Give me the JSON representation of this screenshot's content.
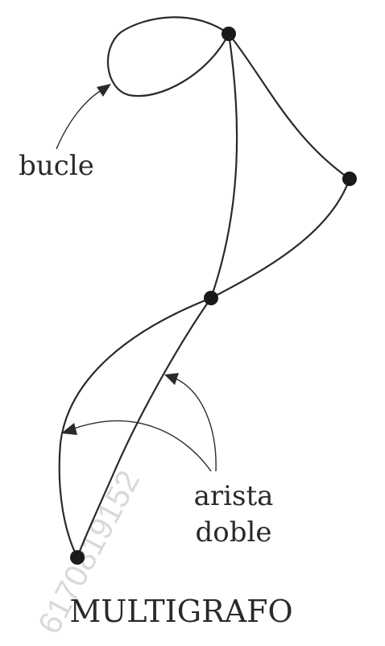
{
  "figure": {
    "labels": {
      "loop": "bucle",
      "double_edge_line1": "arista",
      "double_edge_line2": "doble",
      "caption": "MULTIGRAFO"
    },
    "watermark": "6170819152",
    "colors": {
      "ink": "#2a2a2a",
      "node": "#1a1a1a",
      "watermark": "#d9d9d9",
      "background": "#ffffff"
    }
  }
}
